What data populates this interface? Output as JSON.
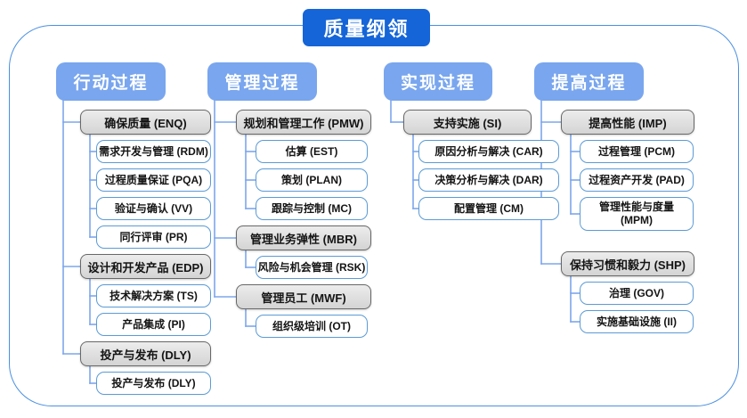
{
  "title": "质量纲领",
  "colors": {
    "title_bg": "#1565d8",
    "header_bg": "#79a6ee",
    "connector": "#7da7ec",
    "white_box_border": "#5b9bd5",
    "gray_box_bg": "#dcdcdc",
    "gray_box_border": "#686868",
    "outer_border": "#4a90e2"
  },
  "columns": [
    {
      "header": "行动过程",
      "groups": [
        {
          "label": "确保质量 (ENQ)",
          "children": [
            {
              "text": "需求开发与管理 (RDM)"
            },
            {
              "text": "过程质量保证 (PQA)"
            },
            {
              "text": "验证与确认 (VV)"
            },
            {
              "text": "同行评审 (PR)"
            }
          ]
        },
        {
          "label": "设计和开发产品 (EDP)",
          "children": [
            {
              "text": "技术解决方案 (TS)"
            },
            {
              "text": "产品集成 (PI)"
            }
          ]
        },
        {
          "label": "投产与发布 (DLY)",
          "children": [
            {
              "text": "投产与发布 (DLY)"
            }
          ]
        }
      ]
    },
    {
      "header": "管理过程",
      "groups": [
        {
          "label": "规划和管理工作 (PMW)",
          "children": [
            {
              "text": "估算 (EST)"
            },
            {
              "text": "策划 (PLAN)"
            },
            {
              "text": "跟踪与控制 (MC)"
            }
          ]
        },
        {
          "label": "管理业务弹性 (MBR)",
          "children": [
            {
              "text": "风险与机会管理 (RSK)"
            }
          ]
        },
        {
          "label": "管理员工 (MWF)",
          "children": [
            {
              "text": "组织级培训 (OT)"
            }
          ]
        }
      ]
    },
    {
      "header": "实现过程",
      "groups": [
        {
          "label": "支持实施 (SI)",
          "children": [
            {
              "text": "原因分析与解决 (CAR)"
            },
            {
              "text": "决策分析与解决 (DAR)"
            },
            {
              "text": "配置管理 (CM)"
            }
          ]
        }
      ]
    },
    {
      "header": "提高过程",
      "groups": [
        {
          "label": "提高性能 (IMP)",
          "children": [
            {
              "text": "过程管理 (PCM)"
            },
            {
              "text": "过程资产开发 (PAD)"
            },
            {
              "text": "管理性能与度量",
              "text2": "(MPM)"
            }
          ]
        },
        {
          "label": "保持习惯和毅力 (SHP)",
          "children": [
            {
              "text": "治理 (GOV)"
            },
            {
              "text": "实施基础设施 (II)"
            }
          ]
        }
      ]
    }
  ]
}
